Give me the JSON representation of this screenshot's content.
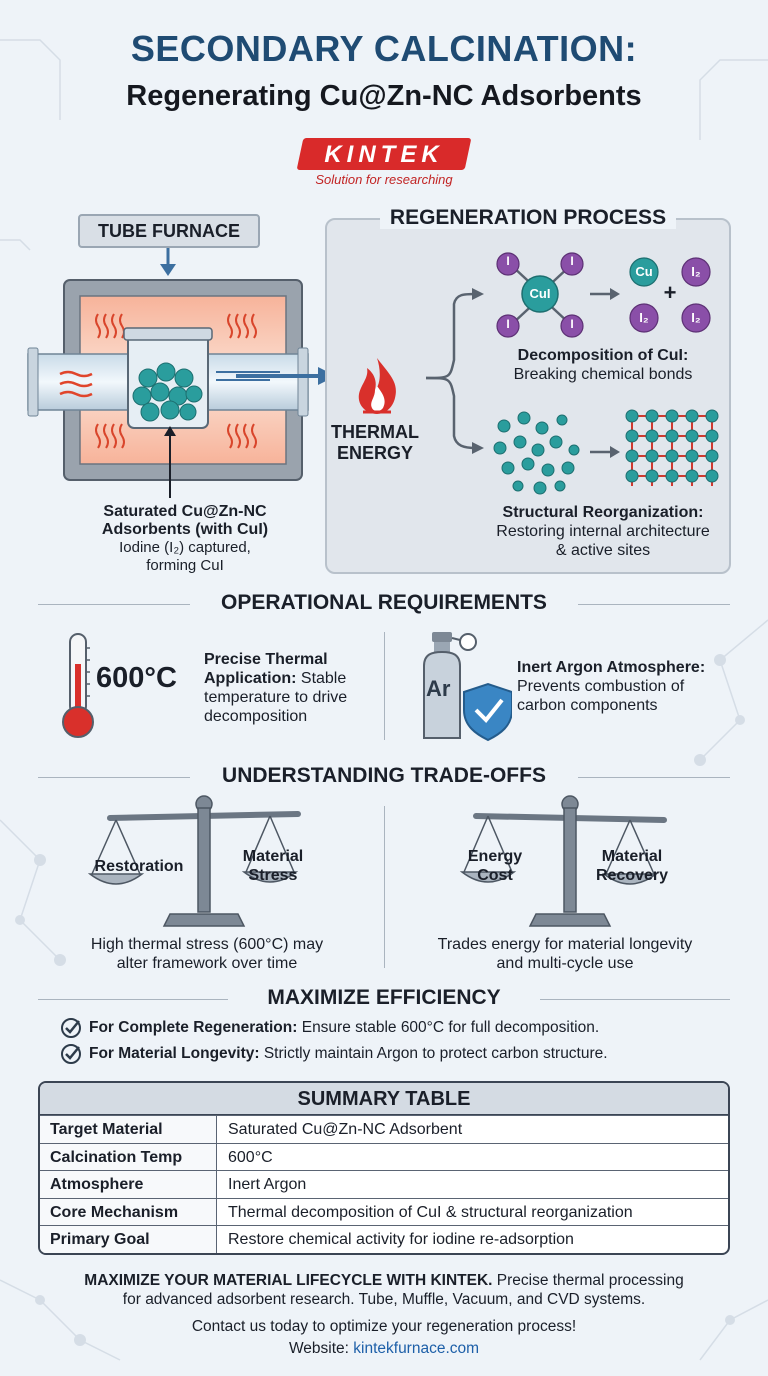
{
  "header": {
    "title": "SECONDARY CALCINATION:",
    "subtitle": "Regenerating Cu@Zn-NC Adsorbents"
  },
  "logo": {
    "brand": "KINTEK",
    "tagline": "Solution for researching",
    "color": "#d92a2a"
  },
  "furnace": {
    "label": "TUBE FURNACE",
    "caption_bold_1": "Saturated Cu@Zn-NC",
    "caption_bold_2": "Adsorbents (with CuI)",
    "caption_1": "Iodine (I₂) captured,",
    "caption_2": "forming CuI"
  },
  "process": {
    "title": "REGENERATION PROCESS",
    "thermal_1": "THERMAL",
    "thermal_2": "ENERGY",
    "decomp_bold": "Decomposition of CuI:",
    "decomp_text": "Breaking chemical bonds",
    "struct_bold": "Structural Reorganization:",
    "struct_text_1": "Restoring internal architecture",
    "struct_text_2": "& active sites",
    "molecule_center": "CuI",
    "molecule_i": "I",
    "product_cu": "Cu",
    "product_i2": "I₂",
    "plus": "+"
  },
  "requirements": {
    "title": "OPERATIONAL REQUIREMENTS",
    "temp_value": "600°C",
    "temp_bold_1": "Precise Thermal",
    "temp_bold_2": "Application:",
    "temp_text_1": "Stable",
    "temp_text_2": "temperature to drive",
    "temp_text_3": "decomposition",
    "argon_symbol": "Ar",
    "argon_bold": "Inert Argon Atmosphere:",
    "argon_text_1": "Prevents combustion of",
    "argon_text_2": "carbon components"
  },
  "tradeoffs": {
    "title": "UNDERSTANDING TRADE-OFFS",
    "left_a": "Restoration",
    "left_b_1": "Material",
    "left_b_2": "Stress",
    "left_caption_1": "High thermal stress (600°C) may",
    "left_caption_2": "alter framework over time",
    "right_a_1": "Energy",
    "right_a_2": "Cost",
    "right_b_1": "Material",
    "right_b_2": "Recovery",
    "right_caption_1": "Trades energy for material longevity",
    "right_caption_2": "and multi-cycle use"
  },
  "efficiency": {
    "title": "MAXIMIZE EFFICIENCY",
    "item1_bold": "For Complete Regeneration:",
    "item1_text": " Ensure stable 600°C for full decomposition.",
    "item2_bold": "For Material Longevity:",
    "item2_text": " Strictly maintain Argon to protect carbon structure."
  },
  "summary_table": {
    "title": "SUMMARY TABLE",
    "rows": [
      {
        "key": "Target Material",
        "value": "Saturated Cu@Zn-NC Adsorbent"
      },
      {
        "key": "Calcination Temp",
        "value": "600°C"
      },
      {
        "key": "Atmosphere",
        "value": "Inert Argon"
      },
      {
        "key": "Core Mechanism",
        "value": "Thermal decomposition of CuI & structural reorganization"
      },
      {
        "key": "Primary Goal",
        "value": "Restore chemical activity for iodine re-adsorption"
      }
    ]
  },
  "footer": {
    "bold": "MAXIMIZE YOUR MATERIAL LIFECYCLE WITH KINTEK.",
    "text_1": " Precise thermal processing",
    "text_2": "for advanced adsorbent research. Tube, Muffle, Vacuum, and CVD systems.",
    "contact": "Contact us today to optimize your regeneration process!",
    "website_label": "Website: ",
    "website": "kintekfurnace.com"
  },
  "colors": {
    "title_blue": "#1f4b73",
    "accent_red": "#d92a2a",
    "teal": "#2a9d9d",
    "purple": "#8a4fa8",
    "link_blue": "#1d5fa8"
  }
}
